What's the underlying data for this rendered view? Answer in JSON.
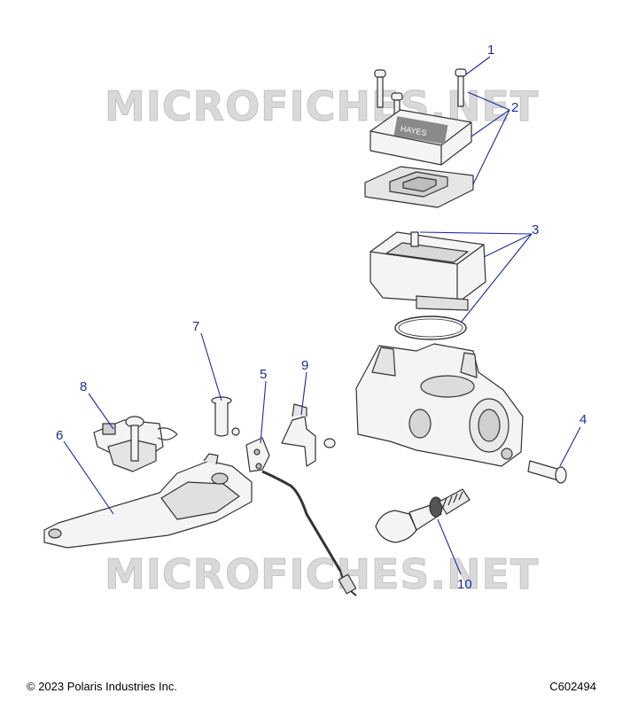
{
  "watermark": "MICROFICHES.NET",
  "callouts": [
    "1",
    "2",
    "3",
    "4",
    "5",
    "6",
    "7",
    "8",
    "9",
    "10"
  ],
  "footer": {
    "copyright": "© 2023 Polaris Industries Inc.",
    "code": "C602494"
  },
  "cap_brand_text": "HAYES",
  "colors": {
    "callout": "#1c2aa6",
    "part_outline": "#333333",
    "watermark": "#d9d9d9"
  }
}
